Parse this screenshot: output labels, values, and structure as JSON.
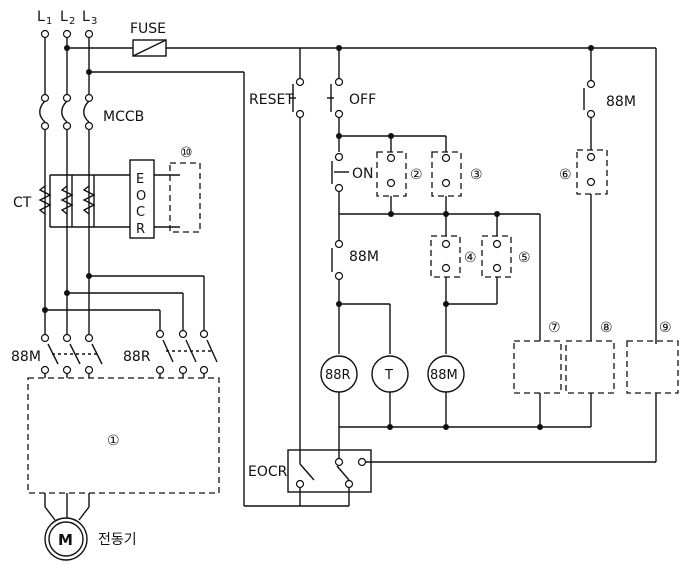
{
  "lines": {
    "l1": "L",
    "l1_sub": "1",
    "l2": "L",
    "l2_sub": "2",
    "l3": "L",
    "l3_sub": "3"
  },
  "labels": {
    "fuse": "FUSE",
    "mccb": "MCCB",
    "ct": "CT",
    "eocr_vertical": [
      "E",
      "O",
      "C",
      "R"
    ],
    "mc_88m_main": "88M",
    "mc_88r_main": "88R",
    "reset": "RESET",
    "off": "OFF",
    "on": "ON",
    "contact_88m_top": "88M",
    "contact_88m_mid": "88M",
    "coil_88r": "88R",
    "coil_t": "T",
    "coil_88m": "88M",
    "eocr_relay": "EOCR",
    "motor": "M",
    "motor_label": "전동기"
  },
  "blanks": [
    "①",
    "②",
    "③",
    "④",
    "⑤",
    "⑥",
    "⑦",
    "⑧",
    "⑨",
    "⑩"
  ]
}
